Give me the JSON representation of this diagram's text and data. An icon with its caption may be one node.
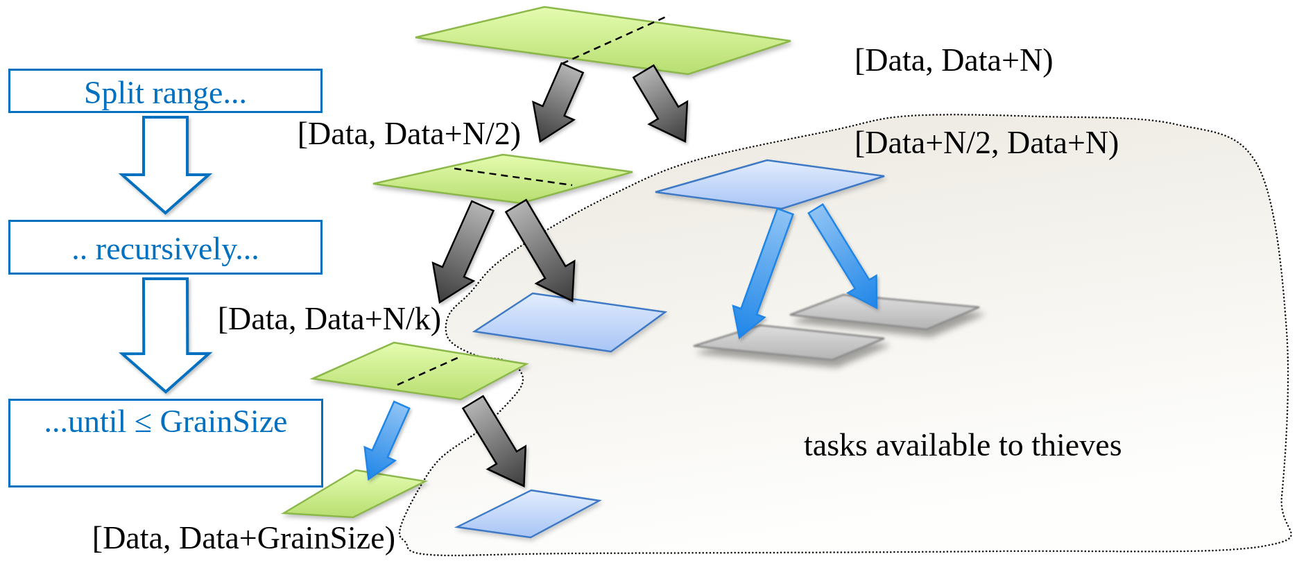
{
  "diagram": {
    "nodes": [
      {
        "text": [
          "Split range..."
        ]
      },
      {
        "text": [
          ".. recursively..."
        ]
      },
      {
        "text": [
          "...until ≤ GrainSize"
        ]
      },
      {
        "text": [],
        "shape": "parallelogram",
        "beside": [
          "[Data, Data+N)"
        ]
      },
      {
        "text": [],
        "shape": "parallelogram",
        "beside": [
          "[Data, Data+N/2)"
        ]
      },
      {
        "text": [
          "tasks available to thieves"
        ]
      },
      {
        "text": [],
        "shape": "parallelogram",
        "in": 5,
        "beside": [
          "[Data+N/2, Data+N)"
        ]
      },
      {
        "text": [],
        "shape": "parallelogram",
        "beside": [
          "[Data, Data+N/k)"
        ]
      },
      {
        "text": [],
        "shape": "parallelogram",
        "in": 5
      },
      {
        "text": [],
        "shape": "parallelogram",
        "in": 5
      },
      {
        "text": [],
        "shape": "parallelogram",
        "in": 5
      },
      {
        "text": [],
        "shape": "parallelogram",
        "beside": [
          "[Data, Data+GrainSize)"
        ]
      },
      {
        "text": [],
        "shape": "parallelogram",
        "in": 5
      }
    ],
    "edges": [
      {
        "from": 0,
        "to": 1,
        "arrow": "to",
        "color": "#0070c0"
      },
      {
        "from": 1,
        "to": 2,
        "arrow": "to",
        "color": "#0070c0"
      },
      {
        "from": 3,
        "to": 4,
        "arrow": "to"
      },
      {
        "from": 3,
        "to": 6,
        "arrow": "to"
      },
      {
        "from": 4,
        "to": 7,
        "arrow": "to"
      },
      {
        "from": 4,
        "to": 8,
        "arrow": "to"
      },
      {
        "from": 6,
        "to": 9,
        "arrow": "to",
        "color": "#1f86e8"
      },
      {
        "from": 6,
        "to": 10,
        "arrow": "to",
        "color": "#1f86e8"
      },
      {
        "from": 7,
        "to": 11,
        "arrow": "to",
        "color": "#1f86e8"
      },
      {
        "from": 7,
        "to": 12,
        "arrow": "to"
      }
    ]
  }
}
